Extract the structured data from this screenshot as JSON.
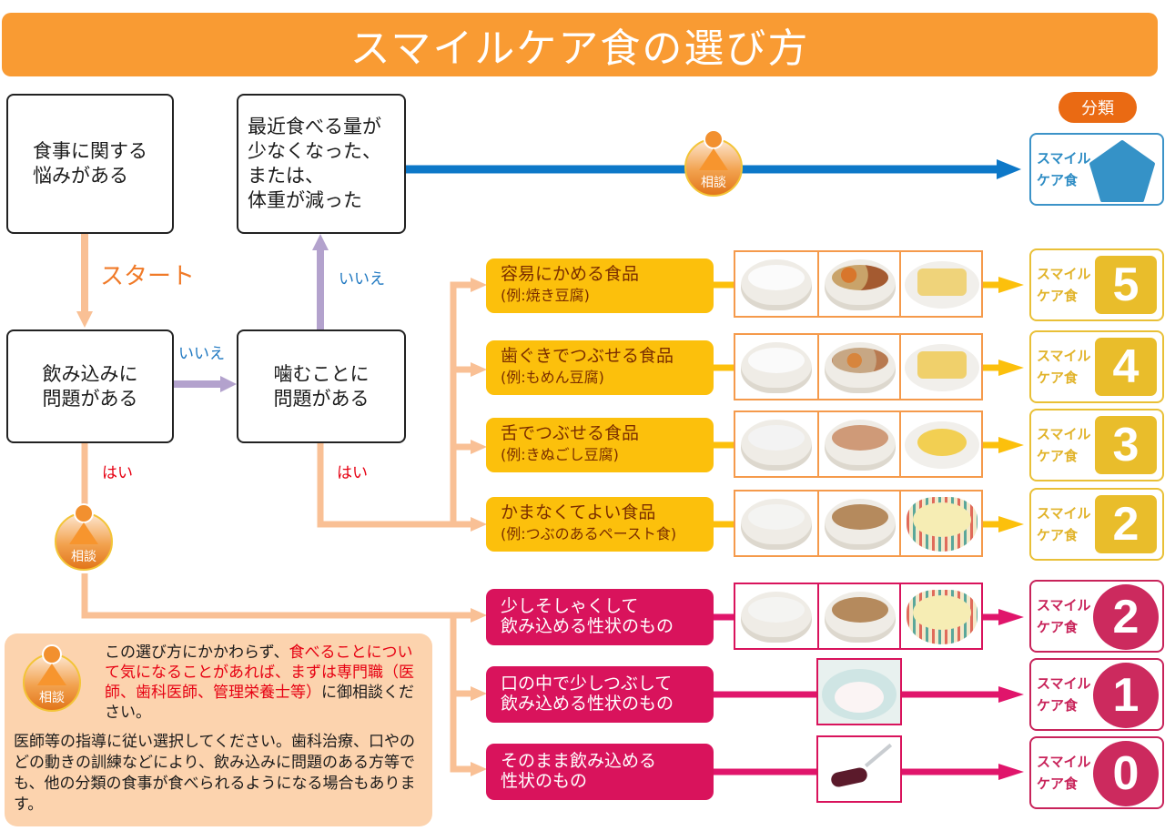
{
  "title": "スマイルケア食の選び方",
  "colors": {
    "title_bg": "#f99b33",
    "blue_arrow": "#0d78c8",
    "purple_arrow": "#b3a2cd",
    "peach_arrow": "#f9c095",
    "yellow_category": "#fcc00c",
    "pink_category": "#d9135c",
    "smile_yellow": "#e9bd2b",
    "smile_pink": "#cc2a5e",
    "smile_blue": "#2d8cc4"
  },
  "flow": {
    "box_concern": "食事に関する\n悩みがある",
    "box_weight": "最近食べる量が\n少なくなった、\nまたは、\n体重が減った",
    "box_swallow": "飲み込みに\n問題がある",
    "box_chew": "噛むことに\n問題がある",
    "label_start": "スタート",
    "label_no_1": "いいえ",
    "label_no_2": "いいえ",
    "label_yes_1": "はい",
    "label_yes_2": "はい",
    "consult_label": "相談"
  },
  "classification_header": "分類",
  "smile_text": "スマイル\nケア食",
  "blue_result": {
    "text": "スマイル\nケア食",
    "icon": "pentagon-icon"
  },
  "chew_categories": [
    {
      "title": "容易にかめる食品",
      "example": "(例:焼き豆腐)",
      "code": "5",
      "photos": [
        "rice-porridge",
        "stewed-vegetables",
        "rolled-omelet"
      ]
    },
    {
      "title": "歯ぐきでつぶせる食品",
      "example": "(例:もめん豆腐)",
      "code": "4",
      "photos": [
        "soft-rice-porridge",
        "soft-stewed-vegetables",
        "soft-omelet-with-spoon"
      ]
    },
    {
      "title": "舌でつぶせる食品",
      "example": "(例:きぬごし豆腐)",
      "code": "3",
      "photos": [
        "thin-porridge",
        "minced-vegetables",
        "scrambled-egg"
      ]
    },
    {
      "title": "かまなくてよい食品",
      "example": "(例:つぶのあるペースト食)",
      "code": "2",
      "photos": [
        "paste-porridge",
        "paste-meat",
        "pudding-cup"
      ]
    }
  ],
  "swallow_categories": [
    {
      "title": "少しそしゃくして\n飲み込める性状のもの",
      "code": "2",
      "photos": [
        "paste-porridge",
        "paste-meat",
        "pudding-cup"
      ]
    },
    {
      "title": "口の中で少しつぶして\n飲み込める性状のもの",
      "code": "1",
      "photos": [
        "jelly-dessert"
      ]
    },
    {
      "title": "そのまま飲み込める\n性状のもの",
      "code": "0",
      "photos": [
        "jelly-on-spoon"
      ]
    }
  ],
  "note": {
    "lead_plain": "この選び方にかかわらず、",
    "lead_red": "食べることについて気になることがあれば、まずは専門職（医師、歯科医師、管理栄養士等）",
    "lead_tail": "に御相談ください。",
    "body": "医師等の指導に従い選択してください。歯科治療、口やのどの動きの訓練などにより、飲み込みに問題のある方等でも、他の分類の食事が食べられるようになる場合もあります。",
    "consult_label": "相談"
  }
}
